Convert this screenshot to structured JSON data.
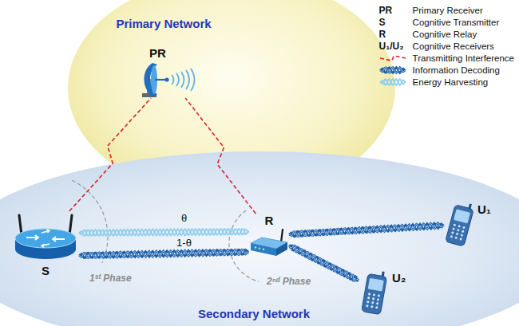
{
  "diagram": {
    "nodes": [
      {
        "text": [
          "Primary Network"
        ]
      },
      {
        "text": [
          "PR"
        ],
        "in": 0
      },
      {
        "text": [
          "Secondary Network"
        ]
      },
      {
        "text": [
          "S"
        ],
        "in": 2
      },
      {
        "text": [
          "R"
        ],
        "in": 2
      },
      {
        "text": [
          "U₁"
        ],
        "in": 2
      },
      {
        "text": [
          "U₂"
        ],
        "in": 2
      }
    ],
    "edges": [
      {
        "from": 3,
        "to": 1,
        "arrow": "none"
      },
      {
        "from": 4,
        "to": 1,
        "arrow": "none"
      },
      {
        "from": 3,
        "to": 4,
        "label": "θ",
        "arrow": "none"
      },
      {
        "from": 3,
        "to": 4,
        "label": "1-θ",
        "arrow": "none"
      },
      {
        "from": 4,
        "to": 5,
        "arrow": "none"
      },
      {
        "from": 4,
        "to": 6,
        "arrow": "none"
      }
    ],
    "labels": [
      "1ˢᵗ Phase",
      "2ⁿᵈ Phase",
      "PR",
      "S",
      "R",
      "U₁/U₂"
    ],
    "legend": [
      {
        "text": "Primary Receiver"
      },
      {
        "text": "Cognitive Transmitter"
      },
      {
        "text": "Cognitive Relay"
      },
      {
        "text": "Cognitive Receivers"
      },
      {
        "text": "Transmitting Interference"
      },
      {
        "text": "Information Decoding"
      },
      {
        "text": "Energy Harvesting"
      }
    ]
  }
}
